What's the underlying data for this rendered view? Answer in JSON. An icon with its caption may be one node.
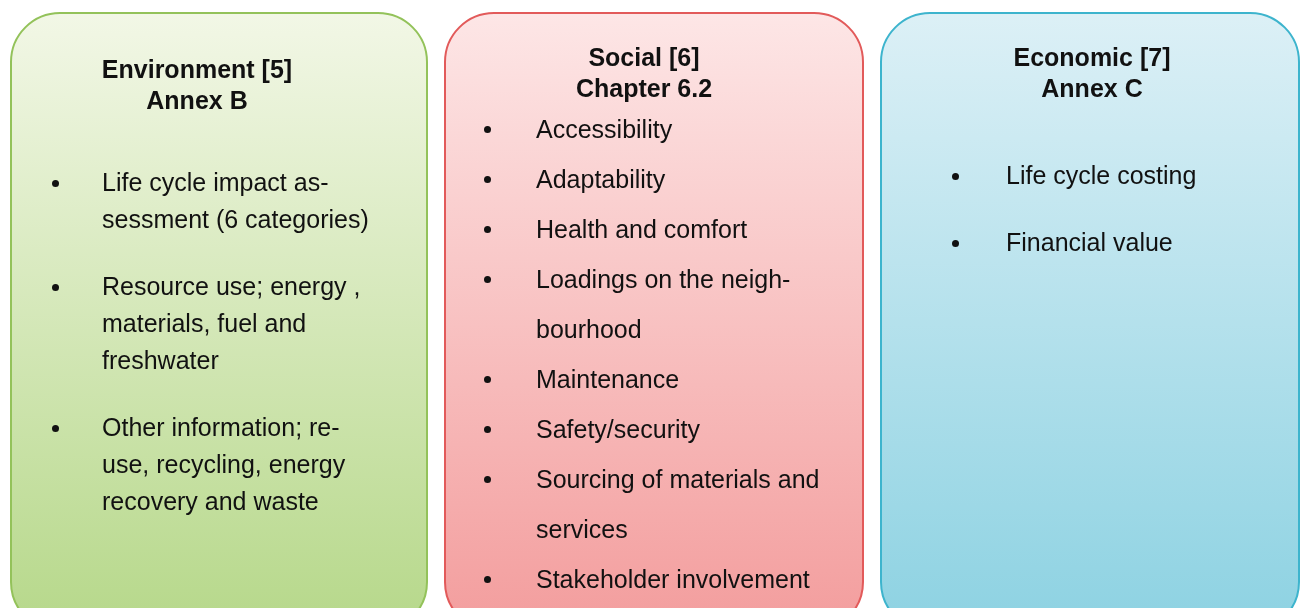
{
  "diagram": {
    "nodes": [
      {
        "text": [
          "Environment [5] Annex B",
          "Life cycle impact as- sessment (6 categories)",
          "Resource use; energy , materials, fuel and freshwater",
          "Other information; re- use, recycling, energy recovery and  waste"
        ]
      },
      {
        "text": [
          "Social [6] Chapter 6.2",
          "Accessibility",
          "Adaptability",
          "Health and comfort",
          "Loadings on the neigh- bourhood",
          "Maintenance",
          "Safety/security",
          "Sourcing of materials and services",
          "Stakeholder involvement"
        ]
      },
      {
        "text": [
          "Economic [7] Annex C",
          "Life cycle costing",
          "Financial value"
        ]
      }
    ]
  }
}
